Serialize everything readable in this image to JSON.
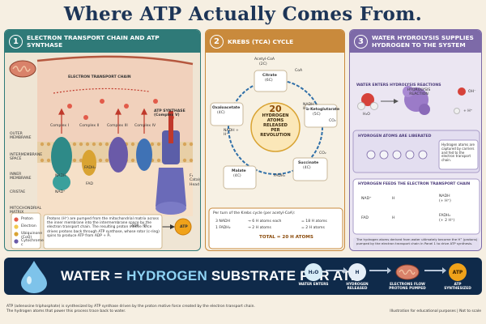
{
  "title": "Where ATP Actually Comes From.",
  "panel1": {
    "number": "1",
    "heading": "ELECTRON TRANSPORT CHAIN AND ATP SYNTHASE",
    "etc_label": "ELECTRON TRANSPORT CHAIN",
    "atp_synthase": "ATP SYNTHASE (Complex V)",
    "complexes": [
      "Complex I",
      "Complex II",
      "Complex III",
      "Complex IV"
    ],
    "side_labels": [
      "OUTER MEMBRANE",
      "INTERMEMBRANE SPACE",
      "INNER MEMBRANE",
      "CRISTAE",
      "MITOCHONDRIAL MATRIX"
    ],
    "nadh": "NADH",
    "nad": "NAD⁺",
    "fadh2": "FADH₂",
    "fad": "FAD",
    "f1": "F₁ Catalytic Head",
    "adp": "ADP",
    "pi": "Pᵢ",
    "atp": "ATP",
    "legend": [
      "Proton",
      "Electron",
      "Ubiquinone (CoQ)",
      "Cytochrome c"
    ],
    "note": "Protons (H⁺) are pumped from the mitochondrial matrix across the inner membrane into the intermembrane space by the electron transport chain. The resulting proton motive force drives protons back through ATP synthase, whose rotor (c-ring) spins to produce ATP from ADP + Pᵢ."
  },
  "panel2": {
    "number": "2",
    "heading": "KREBS (TCA) CYCLE",
    "acetyl": "Acetyl-CoA",
    "acetyl_c": "(2C)",
    "coa": "CoA",
    "center": [
      "20",
      "HYDROGEN",
      "ATOMS",
      "RELEASED",
      "PER",
      "REVOLUTION"
    ],
    "citrate": "Citrate",
    "citrate_c": "(6C)",
    "akg": "α-Ketoglutarate",
    "akg_c": "(5C)",
    "succinate": "Succinate",
    "succinate_c": "(4C)",
    "malate": "Malate",
    "malate_c": "(4C)",
    "oxaloacetate": "Oxaloacetate",
    "oxaloacetate_c": "(4C)",
    "co2": "CO₂",
    "nadh_h": "NADH + H⁺",
    "fadh2": "FADH₂",
    "summary_title": "Per turn of the Krebs cycle (per acetyl-CoA):",
    "rows": [
      {
        "a": "3  NADH",
        "b": "→  6 H atoms each",
        "c": "=  18 H atoms"
      },
      {
        "a": "1  FADH₂",
        "b": "→  2 H atoms",
        "c": "=  2 H atoms"
      }
    ],
    "total": "TOTAL  =  20 H ATOMS"
  },
  "panel3": {
    "number": "3",
    "heading": "WATER HYDROLYSIS SUPPLIES HYDROGEN TO THE SYSTEM",
    "enters": "WATER ENTERS HYDROLYSIS REACTIONS",
    "reaction": "HYDROLYSIS REACTION",
    "h2o": "H₂O",
    "oh": "OH⁻",
    "h_plus": "+ H⁺",
    "liberated_title": "HYDROGEN ATOMS ARE LIBERATED",
    "liberated_note": "Hydrogen atoms are captured by carriers and fed to the electron transport chain.",
    "feeds_title": "HYDROGEN FEEDS THE ELECTRON TRANSPORT CHAIN",
    "nad": "NAD⁺",
    "nadh": "NADH",
    "nadh_sub": "(+ H⁺)",
    "fad": "FAD",
    "fadh2": "FADH₂",
    "fadh2_sub": "(+ 2 H⁺)",
    "h": "H",
    "note": "The hydrogen atoms derived from water ultimately become the H⁺ (protons) pumped by the electron transport chain in Panel 1 to drive ATP synthesis."
  },
  "banner": {
    "pre": "WATER = ",
    "hydrogen": "HYDROGEN",
    "post": " SUBSTRATE FOR ATP.",
    "steps": [
      {
        "icon": "H₂O",
        "label": "WATER ENTERS"
      },
      {
        "icon": "H",
        "label": "HYDROGEN RELEASED"
      },
      {
        "icon": "",
        "label": "ELECTRONS FLOW PROTONS PUMPED"
      },
      {
        "icon": "ATP",
        "label": "ATP SYNTHESIZED"
      }
    ]
  },
  "footer": {
    "line1": "ATP (adenosine triphosphate) is synthesized by ATP synthase driven by the proton motive force created by the electron transport chain.",
    "line2": "The hydrogen atoms that power this process trace back to water.",
    "right": "Illustration for educational purposes  |  Not to scale"
  },
  "colors": {
    "teal": "#2f7a78",
    "orange": "#c98a3c",
    "purple": "#7d6aa8",
    "navy": "#0f2a4a",
    "atp": "#f0a21a"
  }
}
